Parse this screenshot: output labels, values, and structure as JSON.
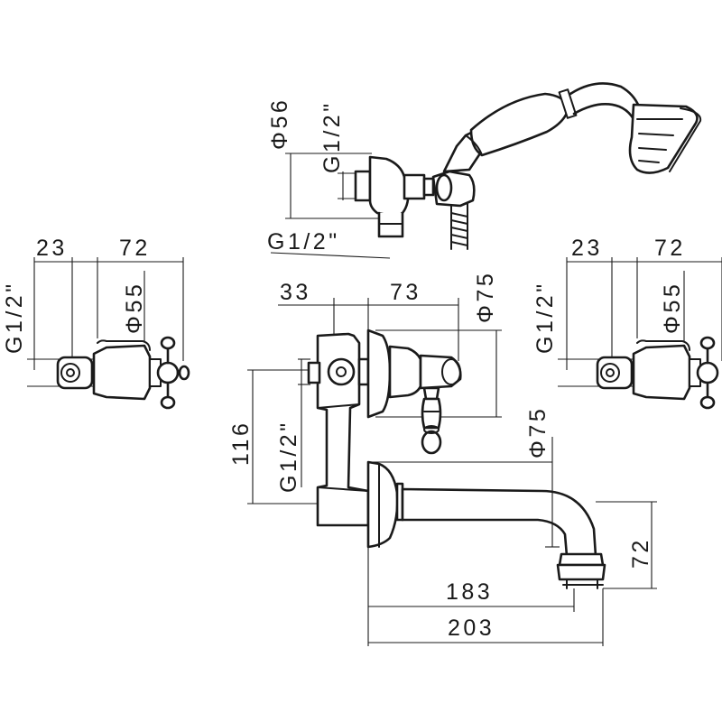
{
  "dimensions": {
    "left_valve": {
      "width_23": "23",
      "width_72": "72",
      "dia_55": "Φ55",
      "thread": "G1/2\""
    },
    "right_valve": {
      "width_23": "23",
      "width_72": "72",
      "dia_55": "Φ55",
      "thread": "G1/2\""
    },
    "shower": {
      "dia_56": "Φ56",
      "thread_vertical": "G1/2\"",
      "thread_horizontal": "G1/2\""
    },
    "mixer": {
      "width_33": "33",
      "width_73": "73",
      "dia_75_top": "Φ75",
      "dia_75_bottom": "Φ75",
      "height_116": "116",
      "thread": "G1/2\"",
      "spout_height": "72",
      "spout_reach_183": "183",
      "spout_reach_203": "203"
    }
  }
}
